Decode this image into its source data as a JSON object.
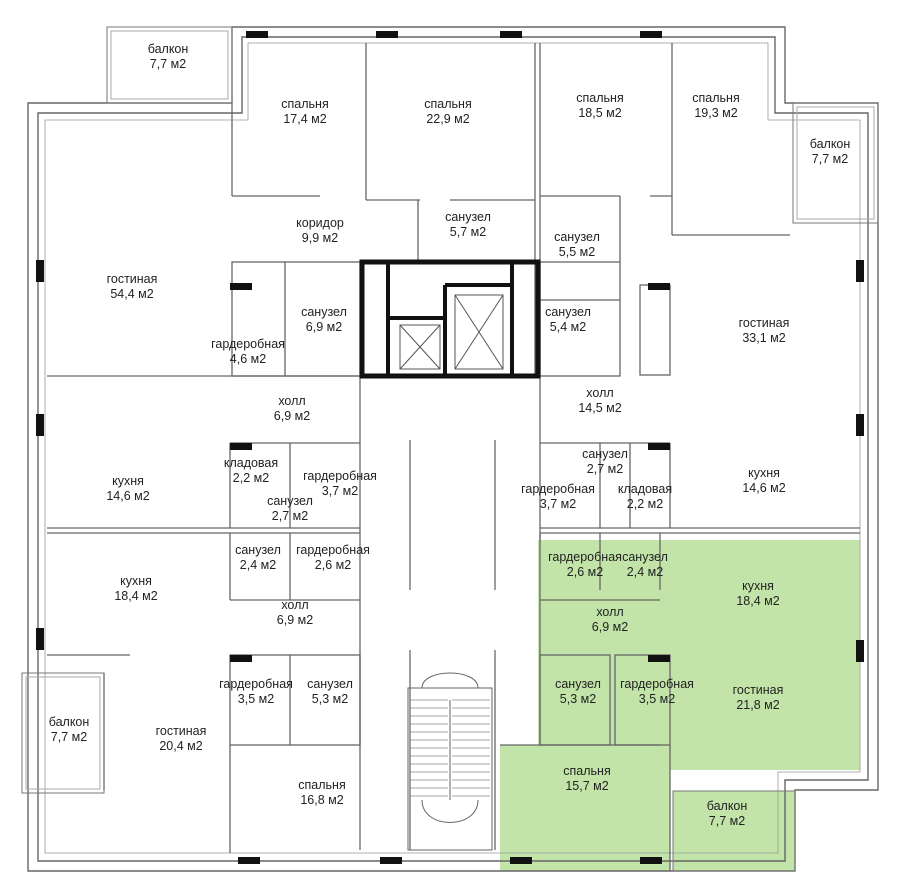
{
  "plan": {
    "highlight_color": "#c2e4a8",
    "wall_color": "#555555",
    "core_wall_color": "#111111",
    "rooms": [
      {
        "id": "balkon-nw",
        "name": "балкон",
        "area": "7,7 м2"
      },
      {
        "id": "spalnya-1",
        "name": "спальня",
        "area": "17,4 м2"
      },
      {
        "id": "spalnya-2",
        "name": "спальня",
        "area": "22,9 м2"
      },
      {
        "id": "spalnya-3",
        "name": "спальня",
        "area": "18,5 м2"
      },
      {
        "id": "spalnya-4",
        "name": "спальня",
        "area": "19,3 м2"
      },
      {
        "id": "balkon-ne",
        "name": "балкон",
        "area": "7,7 м2"
      },
      {
        "id": "koridor",
        "name": "коридор",
        "area": "9,9 м2"
      },
      {
        "id": "sanuzel-a",
        "name": "санузел",
        "area": "5,7 м2"
      },
      {
        "id": "sanuzel-b",
        "name": "санузел",
        "area": "5,5 м2"
      },
      {
        "id": "gostinaya-nw",
        "name": "гостиная",
        "area": "54,4 м2"
      },
      {
        "id": "sanuzel-c",
        "name": "санузел",
        "area": "6,9 м2"
      },
      {
        "id": "garderob-a",
        "name": "гардеробная",
        "area": "4,6 м2"
      },
      {
        "id": "sanuzel-d",
        "name": "санузел",
        "area": "5,4 м2"
      },
      {
        "id": "gostinaya-ne",
        "name": "гостиная",
        "area": "33,1 м2"
      },
      {
        "id": "holl-a",
        "name": "холл",
        "area": "6,9 м2"
      },
      {
        "id": "holl-b",
        "name": "холл",
        "area": "14,5 м2"
      },
      {
        "id": "kladovaya-a",
        "name": "кладовая",
        "area": "2,2 м2"
      },
      {
        "id": "garderob-b",
        "name": "гардеробная",
        "area": "3,7 м2"
      },
      {
        "id": "kuhnya-a",
        "name": "кухня",
        "area": "14,6 м2"
      },
      {
        "id": "sanuzel-e",
        "name": "санузел",
        "area": "2,7 м2"
      },
      {
        "id": "sanuzel-f",
        "name": "санузел",
        "area": "2,7 м2"
      },
      {
        "id": "garderob-c",
        "name": "гардеробная",
        "area": "3,7 м2"
      },
      {
        "id": "kladovaya-b",
        "name": "кладовая",
        "area": "2,2 м2"
      },
      {
        "id": "kuhnya-b",
        "name": "кухня",
        "area": "14,6 м2"
      },
      {
        "id": "sanuzel-g",
        "name": "санузел",
        "area": "2,4 м2"
      },
      {
        "id": "garderob-d",
        "name": "гардеробная",
        "area": "2,6 м2"
      },
      {
        "id": "kuhnya-c",
        "name": "кухня",
        "area": "18,4 м2"
      },
      {
        "id": "holl-c",
        "name": "холл",
        "area": "6,9 м2"
      },
      {
        "id": "garderob-e",
        "name": "гардеробная",
        "area": "2,6 м2"
      },
      {
        "id": "sanuzel-h",
        "name": "санузел",
        "area": "2,4 м2"
      },
      {
        "id": "kuhnya-d",
        "name": "кухня",
        "area": "18,4 м2"
      },
      {
        "id": "holl-d",
        "name": "холл",
        "area": "6,9 м2"
      },
      {
        "id": "garderob-f",
        "name": "гардеробная",
        "area": "3,5 м2"
      },
      {
        "id": "sanuzel-i",
        "name": "санузел",
        "area": "5,3 м2"
      },
      {
        "id": "sanuzel-j",
        "name": "санузел",
        "area": "5,3 м2"
      },
      {
        "id": "garderob-g",
        "name": "гардеробная",
        "area": "3,5 м2"
      },
      {
        "id": "gostinaya-se",
        "name": "гостиная",
        "area": "21,8 м2"
      },
      {
        "id": "balkon-sw",
        "name": "балкон",
        "area": "7,7 м2"
      },
      {
        "id": "gostinaya-sw",
        "name": "гостиная",
        "area": "20,4 м2"
      },
      {
        "id": "spalnya-5",
        "name": "спальня",
        "area": "16,8 м2"
      },
      {
        "id": "spalnya-6",
        "name": "спальня",
        "area": "15,7 м2"
      },
      {
        "id": "balkon-se",
        "name": "балкон",
        "area": "7,7 м2"
      }
    ]
  }
}
